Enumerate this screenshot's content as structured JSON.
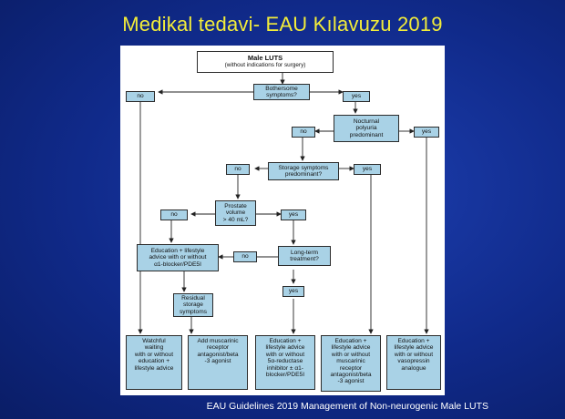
{
  "title": "Medikal tedavi- EAU Kılavuzu 2019",
  "footer": "EAU Guidelines 2019 Management of Non-neurogenic Male LUTS",
  "flowchart": {
    "start": {
      "title": "Male LUTS",
      "subtitle": "(without indications for surgery)"
    },
    "bothersome": "Bothersome\nsymptoms?",
    "no_bothersome": "no",
    "yes_bothersome": "yes",
    "nocturnal": "Nocturnal\npolyuria\npredominant",
    "no_nocturnal": "no",
    "yes_nocturnal": "yes",
    "storage": "Storage symptoms\npredominant?",
    "no_storage": "no",
    "yes_storage": "yes",
    "prostate": "Prostate\nvolume\n> 40 mL?",
    "no_prostate": "no",
    "yes_prostate": "yes",
    "longterm": "Long-term\ntreatment?",
    "no_longterm": "no",
    "yes_longterm": "yes",
    "education_alpha": "Education + lifestyle\nadvice with or without\nα1-blocker/PDE5I",
    "residual": "Residual\nstorage\nsymptoms",
    "out_watchful": "Watchful\nwaiting\nwith or without\neducation +\nlifestyle advice",
    "out_muscarinic": "Add muscarinic\nreceptor\nantagonist/beta\n-3 agonist",
    "out_5ari": "Education +\nlifestyle advice\nwith or without\n5α-reductase\ninhibitor ± α1-\nblocker/PDE5I",
    "out_storage": "Education +\nlifestyle advice\nwith or without\nmuscarinic\nreceptor\nantagonist/beta\n-3 agonist",
    "out_vasopressin": "Education +\nlifestyle advice\nwith or without\nvasopressin\nanalogue"
  }
}
